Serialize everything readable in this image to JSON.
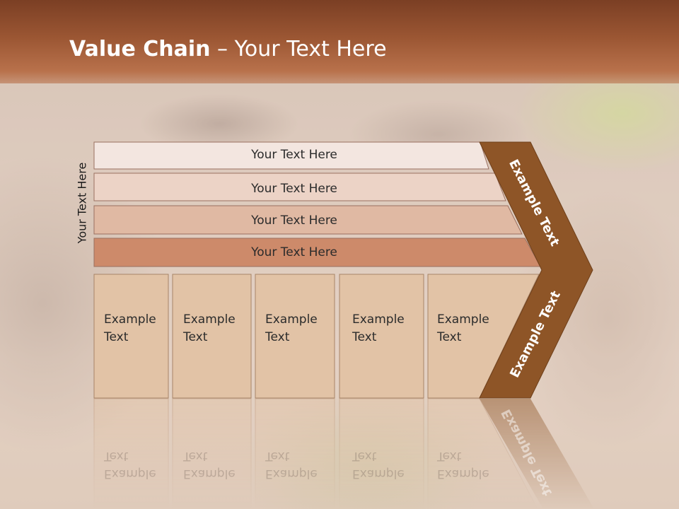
{
  "title": {
    "bold": "Value Chain",
    "rest": " – Your Text Here"
  },
  "side_label": "Your Text Here",
  "bars": [
    "Your Text Here",
    "Your Text Here",
    "Your Text Here",
    "Your Text Here"
  ],
  "columns": [
    {
      "line1": "Example",
      "line2": "Text"
    },
    {
      "line1": "Example",
      "line2": "Text"
    },
    {
      "line1": "Example",
      "line2": "Text"
    },
    {
      "line1": "Example",
      "line2": "Text"
    },
    {
      "line1": "Example",
      "line2": "Text"
    }
  ],
  "chevron": {
    "upper_label": "Example Text",
    "lower_label": "Example Text"
  },
  "colors": {
    "header": "#9b5633",
    "bar1": "#f3e6e0",
    "bar2": "#ecd3c6",
    "bar3": "#e0b9a3",
    "bar4": "#cd8a6a",
    "column": "#e2c3a6",
    "chevron": "#8e5527"
  }
}
